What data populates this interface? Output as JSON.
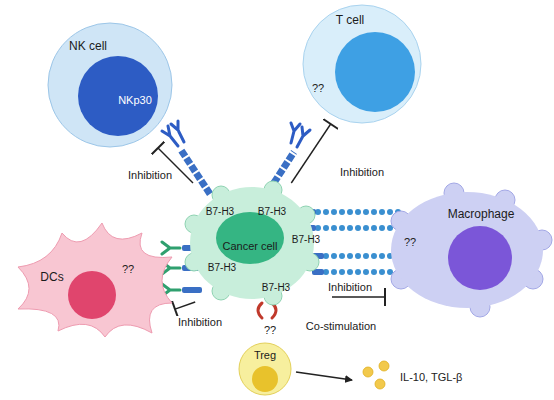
{
  "diagram": {
    "nodes": [
      {
        "text": [
          "NK cell",
          "NKp30"
        ]
      },
      {
        "text": [
          "T cell",
          "??"
        ]
      },
      {
        "text": [
          "B7-H3",
          "B7-H3",
          "Cancer cell",
          "B7-H3",
          "B7-H3",
          "B7-H3"
        ]
      },
      {
        "text": [
          "Macrophage",
          "??"
        ]
      },
      {
        "text": [
          "DCs",
          "??"
        ]
      },
      {
        "text": [
          "Treg"
        ]
      }
    ],
    "edges": [
      {
        "from": 2,
        "to": 0,
        "arrow": "to",
        "label": "Inhibition"
      },
      {
        "from": 2,
        "to": 1,
        "arrow": "to",
        "label": "Inhibition"
      },
      {
        "from": 2,
        "to": 3,
        "arrow": "to",
        "label": "Inhibition"
      },
      {
        "from": 2,
        "to": 4,
        "arrow": "to",
        "label": "Inhibition"
      }
    ],
    "labels": [
      "??",
      "Co-stimulation",
      "IL-10, TGL-β"
    ]
  }
}
